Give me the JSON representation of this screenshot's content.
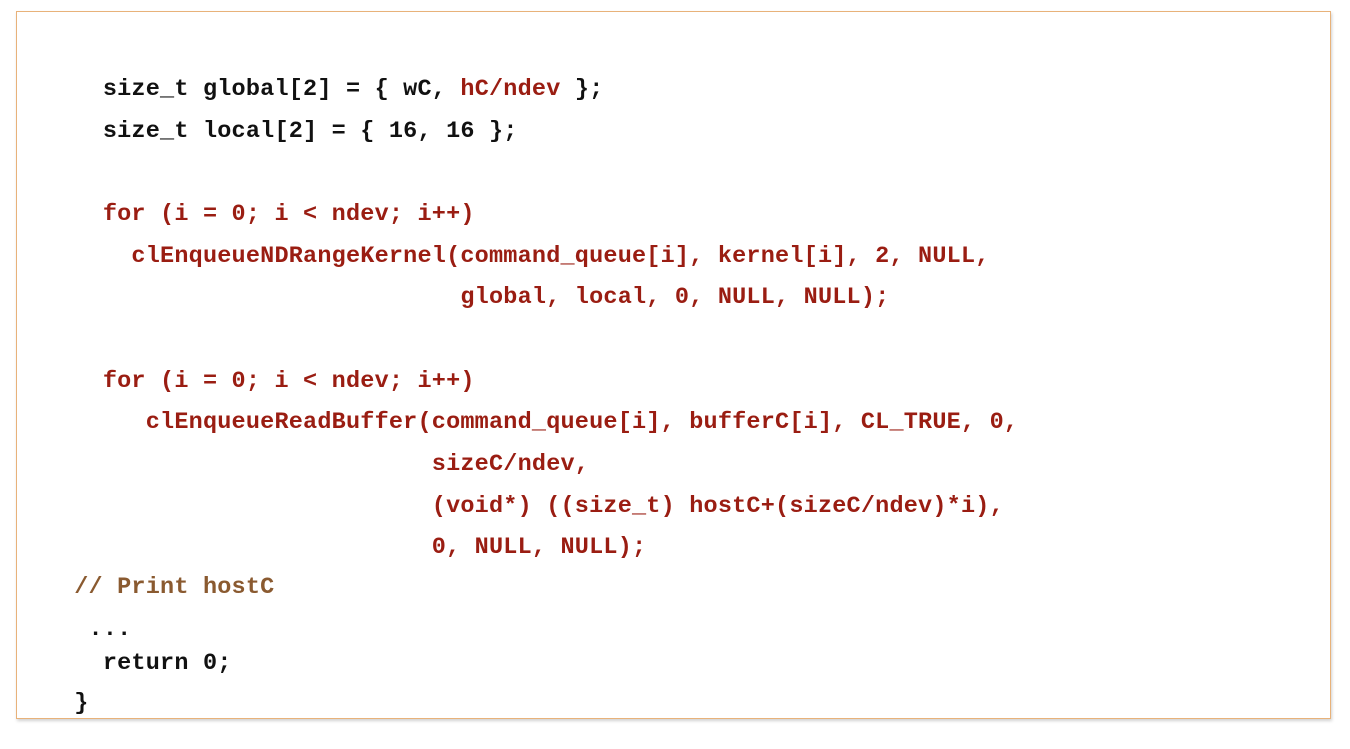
{
  "colors": {
    "default": "#111111",
    "highlight": "#9a1d12",
    "comment": "#8a5a30",
    "frame_border": "#e8b27a"
  },
  "lines": [
    {
      "id": "global-decl",
      "segments": [
        {
          "text": "  size_t global[2] = { wC, ",
          "style": "default"
        },
        {
          "text": "hC/ndev",
          "style": "red"
        },
        {
          "text": " };",
          "style": "default"
        }
      ]
    },
    {
      "id": "local-decl",
      "segments": [
        {
          "text": "  size_t local[2] = { 16, 16 };",
          "style": "default"
        }
      ]
    },
    {
      "id": "for-loop-1",
      "segments": [
        {
          "text": "  for (i = 0; i < ndev; i++)",
          "style": "red"
        }
      ]
    },
    {
      "id": "enqueue-ndrange",
      "segments": [
        {
          "text": "    clEnqueueNDRangeKernel(command_queue[i], kernel[i], 2, NULL,",
          "style": "red"
        }
      ]
    },
    {
      "id": "enqueue-ndrange-cont",
      "segments": [
        {
          "text": "                           global, local, 0, NULL, NULL);",
          "style": "red"
        }
      ]
    },
    {
      "id": "for-loop-2",
      "segments": [
        {
          "text": "  for (i = 0; i < ndev; i++)",
          "style": "red"
        }
      ]
    },
    {
      "id": "enqueue-read",
      "segments": [
        {
          "text": "     clEnqueueReadBuffer(command_queue[i], bufferC[i], CL_TRUE, 0,",
          "style": "red"
        }
      ]
    },
    {
      "id": "enqueue-read-size",
      "segments": [
        {
          "text": "                         sizeC/ndev,",
          "style": "red"
        }
      ]
    },
    {
      "id": "enqueue-read-ptr",
      "segments": [
        {
          "text": "                         (void*) ((size_t) hostC+(sizeC/ndev)*i),",
          "style": "red"
        }
      ]
    },
    {
      "id": "enqueue-read-end",
      "segments": [
        {
          "text": "                         0, NULL, NULL);",
          "style": "red"
        }
      ]
    },
    {
      "id": "comment-print",
      "segments": [
        {
          "text": "// Print hostC",
          "style": "comment"
        }
      ]
    },
    {
      "id": "ellipsis",
      "segments": [
        {
          "text": " ...",
          "style": "default"
        }
      ]
    },
    {
      "id": "return-stmt",
      "segments": [
        {
          "text": "  return 0;",
          "style": "default"
        }
      ]
    },
    {
      "id": "closing-brace",
      "segments": [
        {
          "text": "}",
          "style": "default"
        }
      ]
    }
  ]
}
